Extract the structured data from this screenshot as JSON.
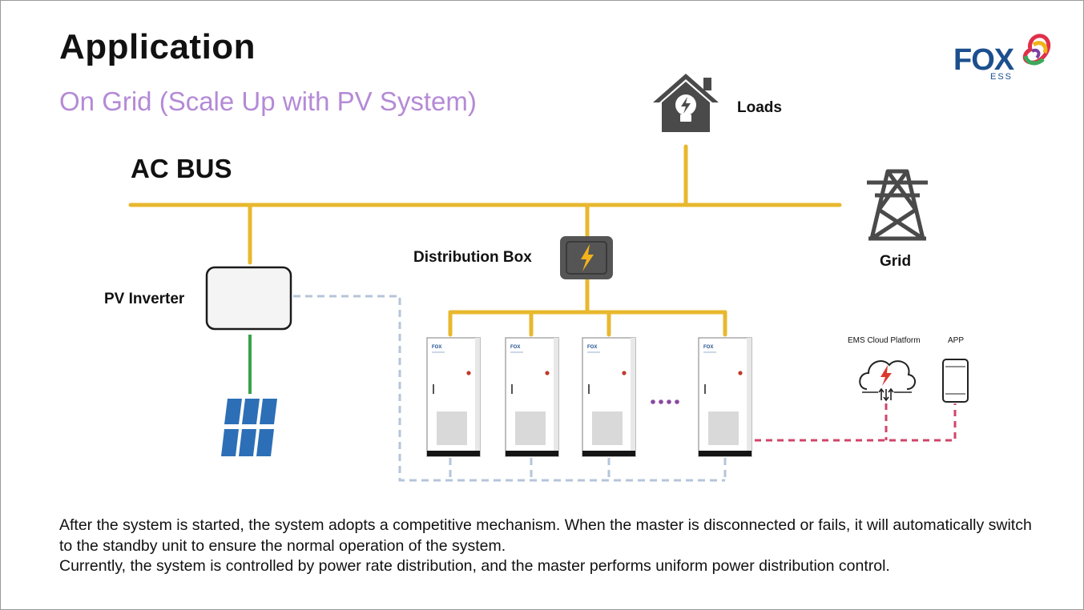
{
  "slide": {
    "title": "Application",
    "subtitle": "On Grid (Scale Up with PV System)"
  },
  "logo": {
    "brand": "FOX",
    "sub": "ESS",
    "colors": [
      "#1c4f8e",
      "#e0304a",
      "#f2b21b",
      "#3aaa5a",
      "#7b3fa0"
    ]
  },
  "labels": {
    "ac_bus": "AC BUS",
    "loads": "Loads",
    "grid": "Grid",
    "distribution_box": "Distribution Box",
    "pv_inverter": "PV Inverter",
    "ems": "EMS Cloud Platform",
    "app": "APP",
    "cabinet_brand": "FOX"
  },
  "icons": {
    "loads": "house-bulb-icon",
    "grid": "transmission-tower-icon",
    "distribution_box": "lightning-box-icon",
    "pv": "solar-panel-icon",
    "ems": "cloud-lightning-icon",
    "app": "smartphone-icon"
  },
  "colors": {
    "ac_bus": "#e8b82e",
    "dc_line": "#3aa14a",
    "comm_line": "#b5c5da",
    "ems_line": "#d0456a",
    "icon_gray": "#4a4a4a",
    "subtitle": "#b48ad6"
  },
  "description": [
    "After the system is started, the system adopts a competitive mechanism. When the master is disconnected or fails, it will automatically switch to the standby unit to ensure the normal operation of the system.",
    "Currently, the system is controlled by power rate distribution, and the master performs uniform power distribution control."
  ]
}
